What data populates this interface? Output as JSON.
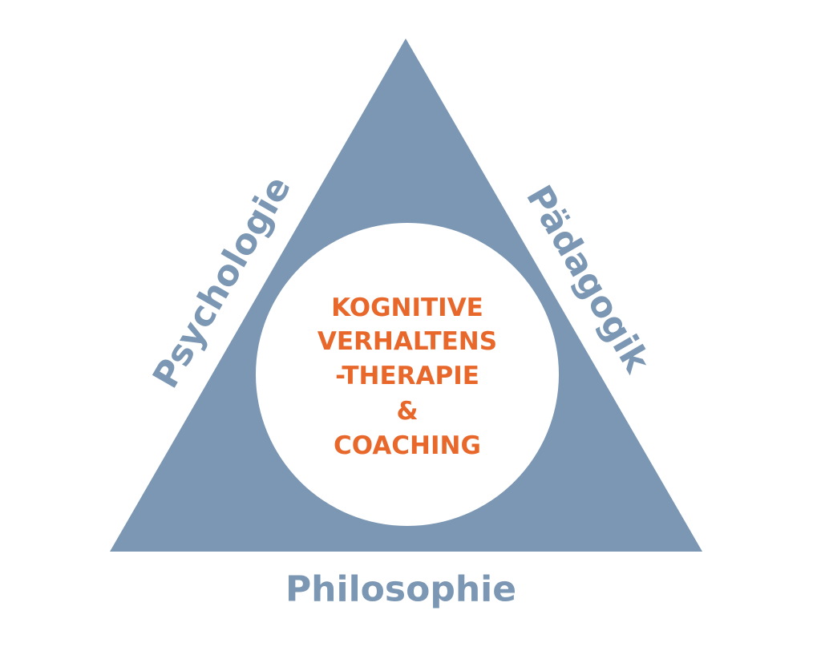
{
  "colors": {
    "triangle": "#7b97b3",
    "circle": "#ffffff",
    "label": "#7b97b3",
    "center_text": "#e8682c"
  },
  "sides": {
    "left": "Psychologie",
    "right": "Pädagogik",
    "bottom": "Philosophie"
  },
  "center": {
    "lines": [
      "KOGNITIVE",
      "VERHALTENS",
      "-THERAPIE",
      "&",
      "COACHING"
    ]
  }
}
